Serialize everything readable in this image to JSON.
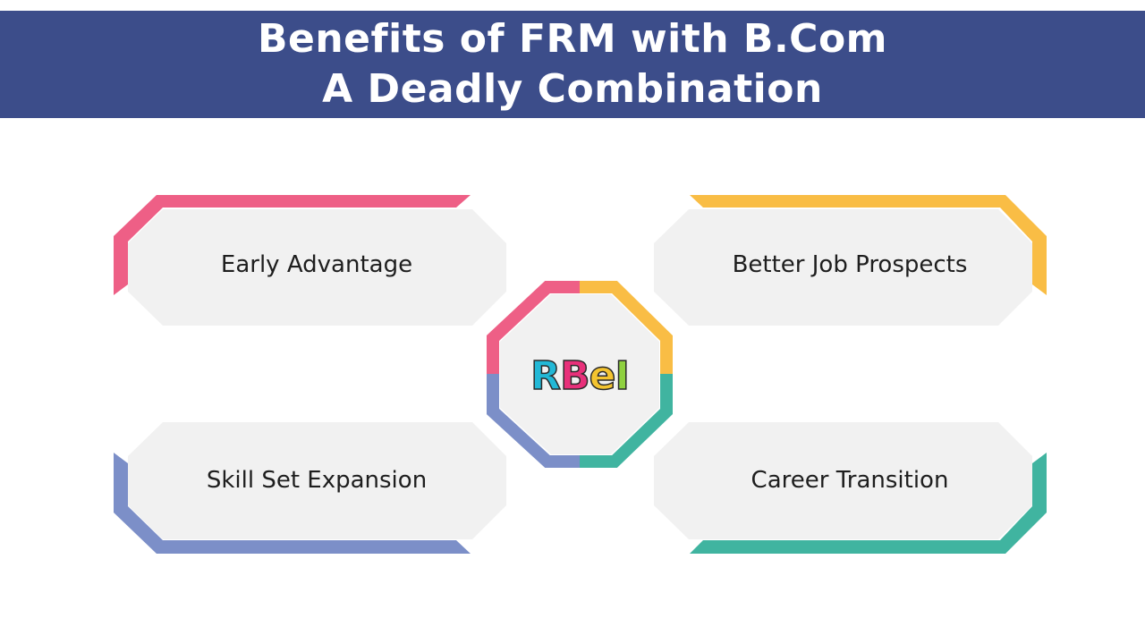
{
  "header": {
    "title_line1": "Benefits of FRM with B.Com",
    "title_line2": "A Deadly Combination"
  },
  "cards": {
    "top_left": {
      "label": "Early Advantage"
    },
    "top_right": {
      "label": "Better Job Prospects"
    },
    "bottom_left": {
      "label": "Skill Set Expansion"
    },
    "bottom_right": {
      "label": "Career Transition"
    }
  },
  "logo": {
    "letters": [
      "R",
      "B",
      "e",
      "I"
    ],
    "letter_colors": [
      "#22b8d6",
      "#e8307a",
      "#f4c430",
      "#8fd13f"
    ]
  },
  "colors": {
    "header_bg": "#3c4d8a",
    "pink": "#ee5f86",
    "yellow": "#f9bd45",
    "blue": "#7c8fc8",
    "teal": "#40b4a0",
    "card_fill": "#f1f1f1"
  }
}
